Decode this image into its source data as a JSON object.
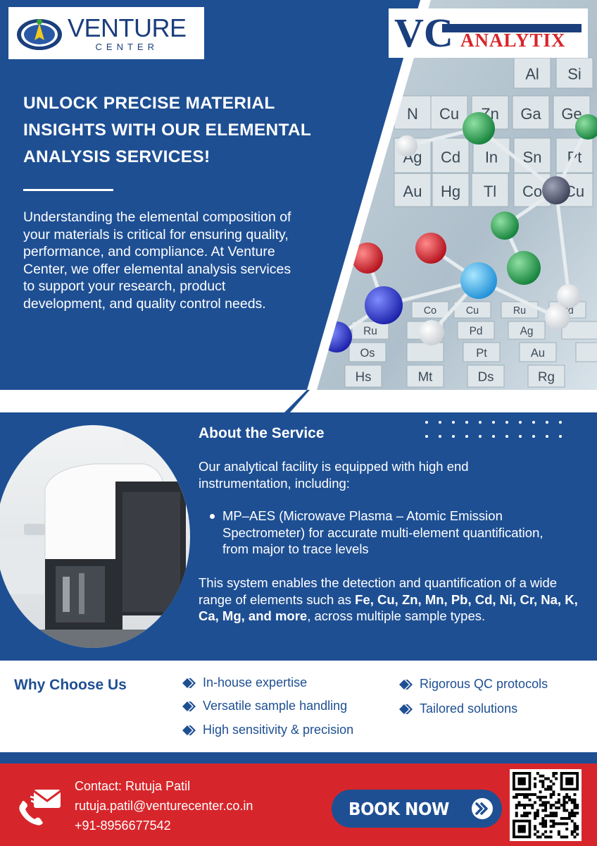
{
  "logos": {
    "venture_center": {
      "word": "VENTURE",
      "sub": "CENTER"
    },
    "vc_analytix": {
      "monogram": "VC",
      "word": "ANALYTIX"
    }
  },
  "hero": {
    "title": "UNLOCK PRECISE MATERIAL INSIGHTS WITH OUR ELEMENTAL ANALYSIS SERVICES!",
    "body": "Understanding the elemental composition of your materials is critical for ensuring quality, performance, and compliance. At Venture Center, we offer elemental analysis services to support your research, product development, and quality control needs.",
    "periodic_symbols": [
      "Al",
      "Si",
      "N",
      "Cu",
      "Zn",
      "Ga",
      "Ge",
      "Ag",
      "Cd",
      "In",
      "Sn",
      "Pt",
      "Au",
      "Hg",
      "Tl",
      "Co",
      "Cu",
      "Ru",
      "Pd",
      "Ag",
      "Os",
      "Pt",
      "Au",
      "Hs",
      "Mt",
      "Ds",
      "Rg"
    ]
  },
  "about": {
    "title": "About the Service",
    "intro": "Our analytical facility is equipped with high end instrumentation, including:",
    "bullets": [
      "MP–AES (Microwave Plasma – Atomic Emission Spectrometer) for accurate multi-element quantification, from major to trace levels"
    ],
    "detail_lead": "This system enables the detection and quantification of a wide range of elements such as ",
    "detail_bold": "Fe, Cu, Zn, Mn, Pb, Cd, Ni, Cr, Na, K, Ca, Mg, and more",
    "detail_tail": ", across multiple sample types."
  },
  "why": {
    "title": "Why Choose Us",
    "items": [
      "In-house expertise",
      "Versatile sample handling",
      "High sensitivity & precision",
      "Rigorous QC protocols",
      "Tailored solutions"
    ]
  },
  "contact": {
    "name_line": "Contact: Rutuja Patil",
    "email": "rutuja.patil@venturecenter.co.in",
    "phone": "+91-8956677542"
  },
  "cta": {
    "label": "BOOK NOW"
  },
  "colors": {
    "brand_blue": "#1e4f93",
    "accent_red": "#d7262b",
    "white": "#ffffff"
  }
}
